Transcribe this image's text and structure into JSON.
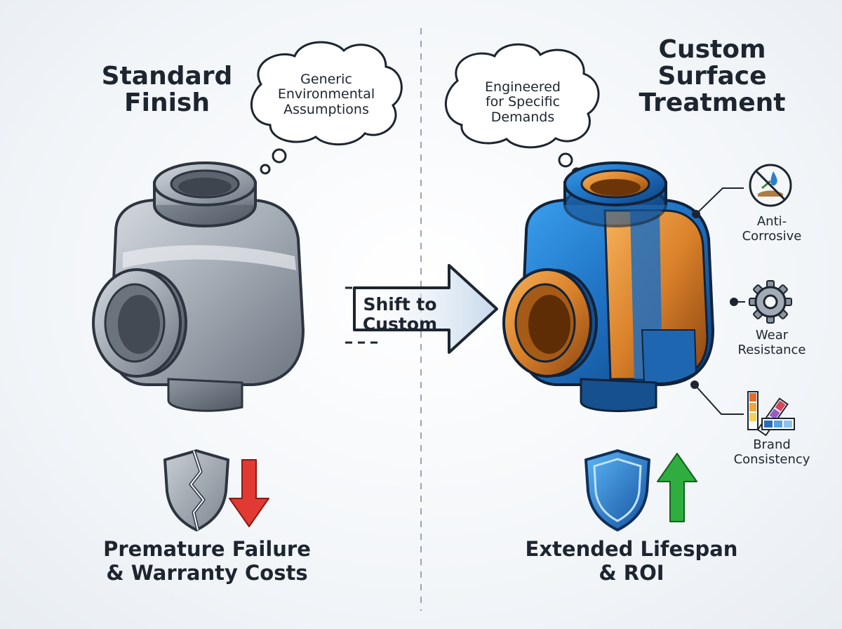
{
  "left": {
    "title": "Standard\nFinish",
    "thought": "Generic\nEnvironmental\nAssumptions",
    "outcome": "Premature Failure\n& Warranty Costs",
    "icons": [
      "broken-shield-icon",
      "red-down-arrow-icon"
    ],
    "part_color": "#9aa3ad"
  },
  "center": {
    "arrow_label": "Shift to\nCustom"
  },
  "right": {
    "title": "Custom\nSurface\nTreatment",
    "thought": "Engineered\nfor Specific\nDemands",
    "outcome": "Extended Lifespan\n& ROI",
    "icons": [
      "blue-shield-icon",
      "green-up-arrow-icon"
    ],
    "part_colors": {
      "blue": "#1e6fc0",
      "orange": "#d9802a"
    },
    "features": [
      {
        "label": "Anti-\nCorrosive",
        "icon": "no-corrosion-icon"
      },
      {
        "label": "Wear\nResistance",
        "icon": "gear-icon"
      },
      {
        "label": "Brand\nConsistency",
        "icon": "color-swatch-icon"
      }
    ]
  }
}
